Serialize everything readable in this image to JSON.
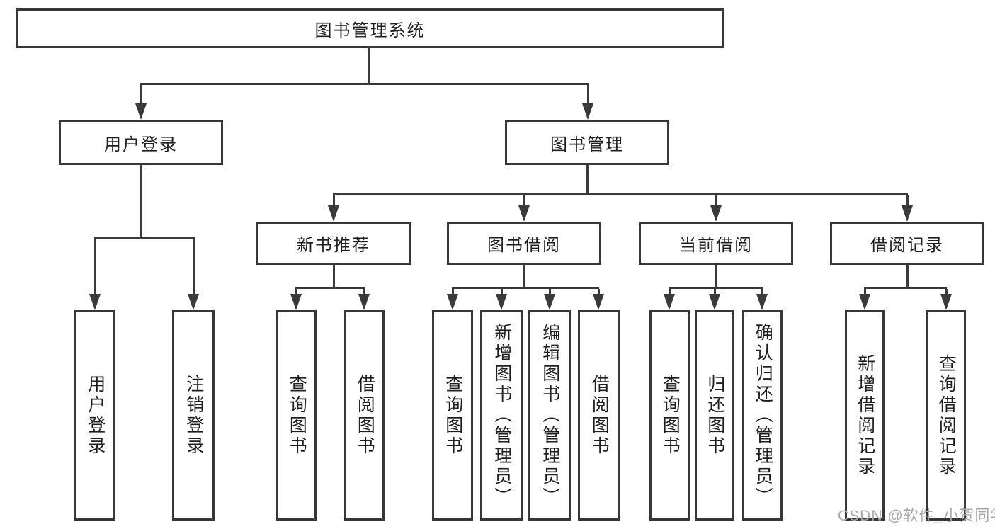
{
  "diagram": {
    "title": "图书管理系统",
    "line_color": "#3a3a3a",
    "border_color": "#373737",
    "text_color": "#1f1f1f",
    "background": "#ffffff",
    "branches": [
      {
        "label": "用户登录",
        "children": [
          {
            "label": "用户登录"
          },
          {
            "label": "注销登录"
          }
        ]
      },
      {
        "label": "图书管理",
        "children": [
          {
            "label": "新书推荐",
            "children": [
              {
                "label": "查询图书"
              },
              {
                "label": "借阅图书"
              }
            ]
          },
          {
            "label": "图书借阅",
            "children": [
              {
                "label": "查询图书"
              },
              {
                "label": "新增图书（管理员）"
              },
              {
                "label": "编辑图书（管理员）"
              },
              {
                "label": "借阅图书"
              }
            ]
          },
          {
            "label": "当前借阅",
            "children": [
              {
                "label": "查询图书"
              },
              {
                "label": "归还图书"
              },
              {
                "label": "确认归还（管理员）"
              }
            ]
          },
          {
            "label": "借阅记录",
            "children": [
              {
                "label": "新增借阅记录"
              },
              {
                "label": "查询借阅记录"
              }
            ]
          }
        ]
      }
    ]
  },
  "watermark": {
    "text": "CSDN @软件_小贺同学",
    "color": "#a7a7ad"
  }
}
